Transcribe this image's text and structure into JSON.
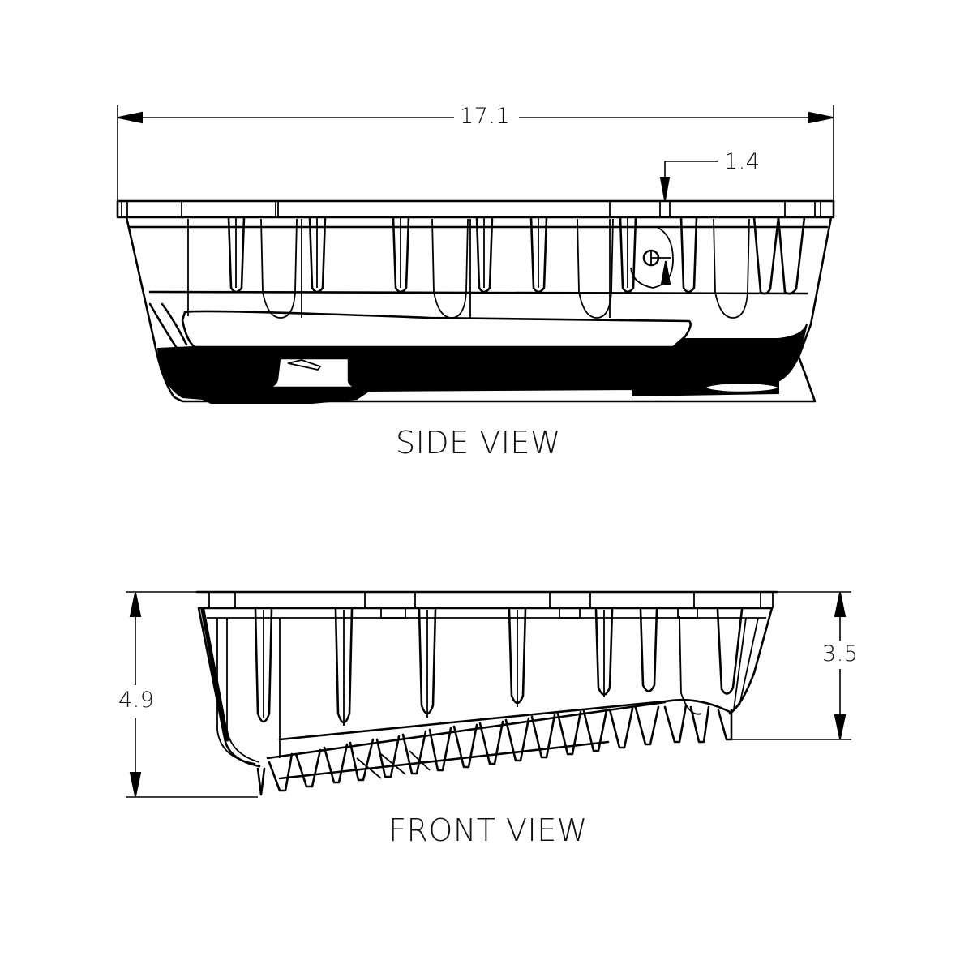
{
  "side_view": {
    "title": "SIDE VIEW",
    "dimensions": {
      "overall_length": "17.1",
      "drain_offset": "1.4"
    }
  },
  "front_view": {
    "title": "FRONT VIEW",
    "dimensions": {
      "overall_height": "4.9",
      "shallow_height": "3.5"
    }
  },
  "colors": {
    "line": "#000000",
    "background": "#ffffff"
  }
}
